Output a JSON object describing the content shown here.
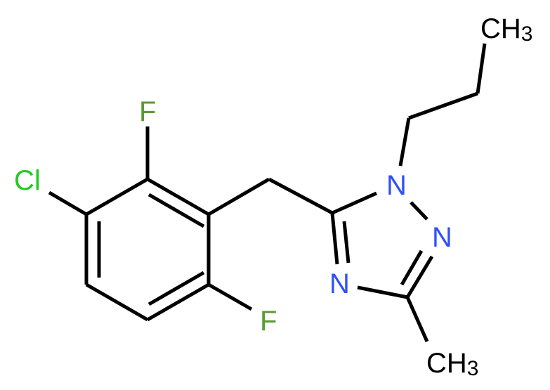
{
  "molecule": {
    "atoms": {
      "f_top": "F",
      "f_bottom": "F",
      "cl": "Cl",
      "n1": "N",
      "n2": "N",
      "n4": "N",
      "ch3_top": "CH",
      "ch3_top_sub": "3",
      "ch3_bottom": "CH",
      "ch3_bottom_sub": "3"
    },
    "colors": {
      "nitrogen": "#3050F8",
      "fluorine": "#5A9A32",
      "chlorine": "#1FCC1F",
      "carbon": "#000000"
    }
  }
}
